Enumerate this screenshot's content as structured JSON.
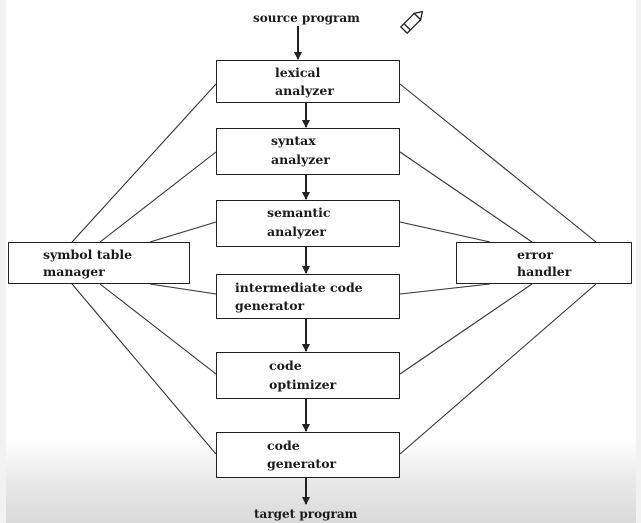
{
  "input": {
    "label": "source program"
  },
  "output": {
    "label": "target program"
  },
  "phases": [
    {
      "line1": "lexical",
      "line2": "analyzer"
    },
    {
      "line1": "syntax",
      "line2": "analyzer"
    },
    {
      "line1": "semantic",
      "line2": "analyzer"
    },
    {
      "line1": "intermediate code",
      "line2": "generator"
    },
    {
      "line1": "code",
      "line2": "optimizer"
    },
    {
      "line1": "code",
      "line2": "generator"
    }
  ],
  "symbol_table": {
    "line1": "symbol table",
    "line2": "manager"
  },
  "error_handler": {
    "line1": "error",
    "line2": "handler"
  },
  "icons": {
    "input": "pencil-icon"
  }
}
